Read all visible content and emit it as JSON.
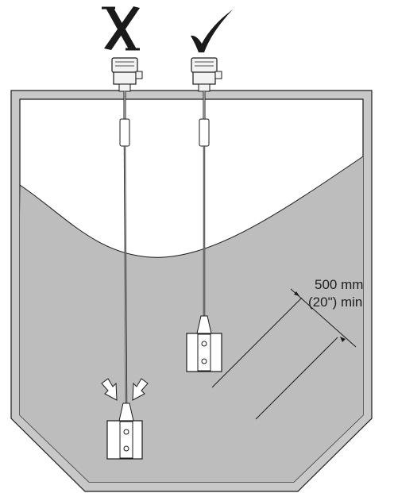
{
  "markers": {
    "wrong": "incorrect-mark",
    "right": "correct-mark"
  },
  "dimension": {
    "line1": "500 mm",
    "line2": "(20\") min"
  },
  "colors": {
    "liquid": "#bdbdbd",
    "tank_wall": "#c8c8c8",
    "stroke": "#1a1a1a"
  }
}
